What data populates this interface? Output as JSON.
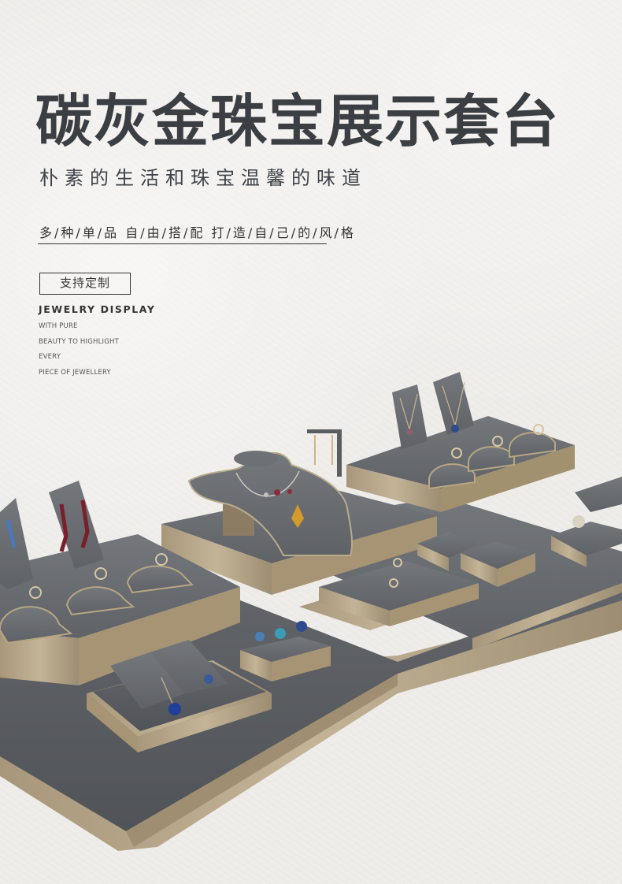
{
  "header": {
    "title": "碳灰金珠宝展示套台",
    "subtitle": "朴素的生活和珠宝温馨的味道",
    "tagline": "多/种/单/品 自/由/搭/配 打/造/自/己/的/风/格",
    "custom_label": "支持定制"
  },
  "english": {
    "heading": "JEWELRY DISPLAY",
    "lines": [
      "WITH PURE",
      "BEAUTY TO HIGHLIGHT",
      "EVERY",
      "PIECE OF JEWELLERY"
    ]
  },
  "colors": {
    "background": "#efedea",
    "title": "#3b3e43",
    "velvet_gray": "#6b6e72",
    "champagne_gold": "#b3a184"
  },
  "illustration": {
    "icons": [
      "necklace-bust-icon",
      "ring-holder-icon",
      "earring-stand-icon",
      "pendant-stand-icon",
      "display-tray-icon"
    ]
  }
}
